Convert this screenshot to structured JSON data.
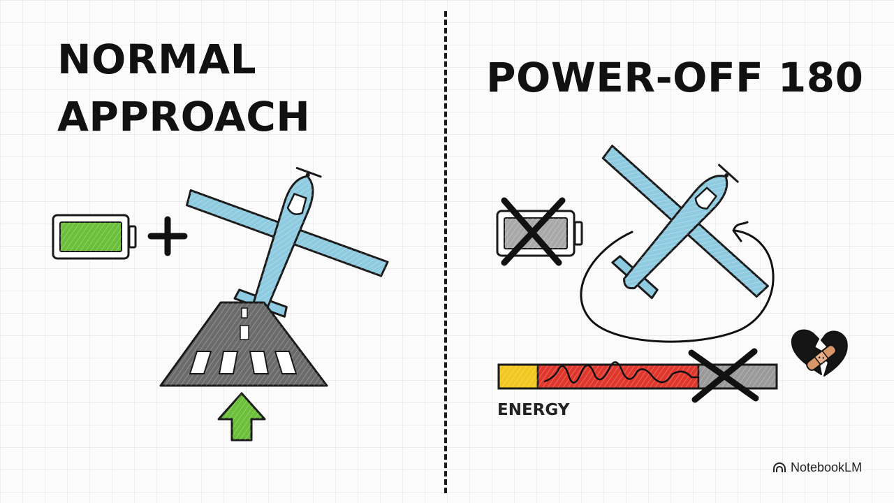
{
  "left": {
    "title_line1": "NORMAL",
    "title_line2": "APPROACH"
  },
  "right": {
    "title": "POWER-OFF 180",
    "energy_label": "ENERGY"
  },
  "brand": {
    "name": "NotebookLM",
    "icon": "notebooklm-logo-icon"
  },
  "colors": {
    "battery_full": "#6cbf3a",
    "battery_empty": "#a9a9a9",
    "plane": "#8fcbe0",
    "runway": "#6b6b6b",
    "arrow": "#6cbf3a",
    "energy_yellow": "#f2c81f",
    "energy_red": "#e0372d",
    "energy_gray": "#9a9a9a",
    "heart": "#151515",
    "bandage": "#d99668"
  }
}
